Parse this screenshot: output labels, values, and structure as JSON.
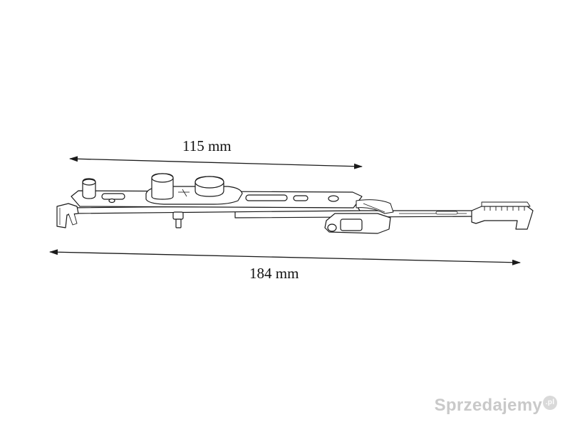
{
  "dimensions": {
    "short": {
      "label": "115 mm"
    },
    "long": {
      "label": "184 mm"
    }
  },
  "watermark": {
    "brand": "Sprzedajemy",
    "tld": ".pl"
  },
  "colors": {
    "line": "#1a1a1a",
    "fill": "#ffffff",
    "watermark": "#c9c9c9"
  }
}
